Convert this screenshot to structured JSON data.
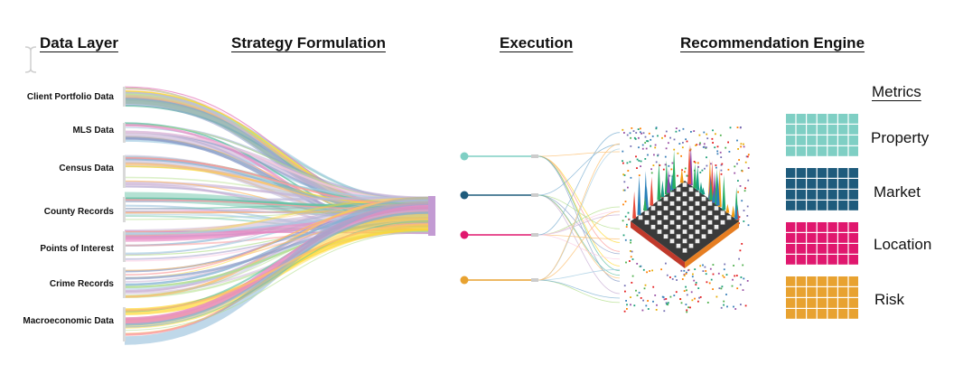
{
  "headers": {
    "data_layer": "Data Layer",
    "strategy": "Strategy Formulation",
    "execution": "Execution",
    "engine": "Recommendation Engine"
  },
  "sources": [
    "Client Portfolio Data",
    "MLS Data",
    "Census Data",
    "County Records",
    "Points of Interest",
    "Crime Records",
    "Macroeconomic Data"
  ],
  "metrics": {
    "title": "Metrics",
    "items": [
      {
        "label": "Property",
        "color": "#7fcfc4"
      },
      {
        "label": "Market",
        "color": "#1e5b7c"
      },
      {
        "label": "Location",
        "color": "#e0176e"
      },
      {
        "label": "Risk",
        "color": "#e8a230"
      }
    ]
  },
  "execution_node_colors": [
    "#7fcfc4",
    "#1e5b7c",
    "#e0176e",
    "#e8a230"
  ],
  "flow_palette": [
    "#a6cee3",
    "#fb9a99",
    "#b2df8a",
    "#fdbf6f",
    "#cab2d6",
    "#66c2a5",
    "#8da0cb",
    "#e78ac3",
    "#ffd92f",
    "#80b1d3",
    "#bebada",
    "#fccde5"
  ]
}
